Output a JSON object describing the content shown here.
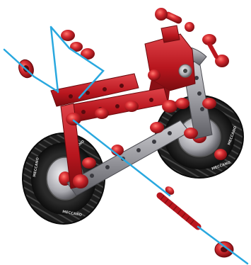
{
  "diagram": {
    "tire_text_front": [
      "MECCANO",
      "MECCANO",
      "MECCANO"
    ],
    "tire_text_rear": [
      "MECCANO",
      "MECCANO",
      "MECCANO"
    ],
    "colors": {
      "part_red": "#c8202a",
      "part_dark_red": "#8a1016",
      "strip_grey": "#9a9a9e",
      "strip_dark": "#5a5a60",
      "tire_black": "#1a1a1a",
      "guide_line": "#29a8df"
    },
    "parts": [
      "front-wheel",
      "rear-wheel",
      "frame-strips",
      "handlebar-assembly",
      "seat-bracket",
      "axle-rod",
      "spacers",
      "washers",
      "nuts-and-bolts"
    ],
    "guide_icons": [
      "arrow-fork",
      "assembly-line"
    ]
  }
}
